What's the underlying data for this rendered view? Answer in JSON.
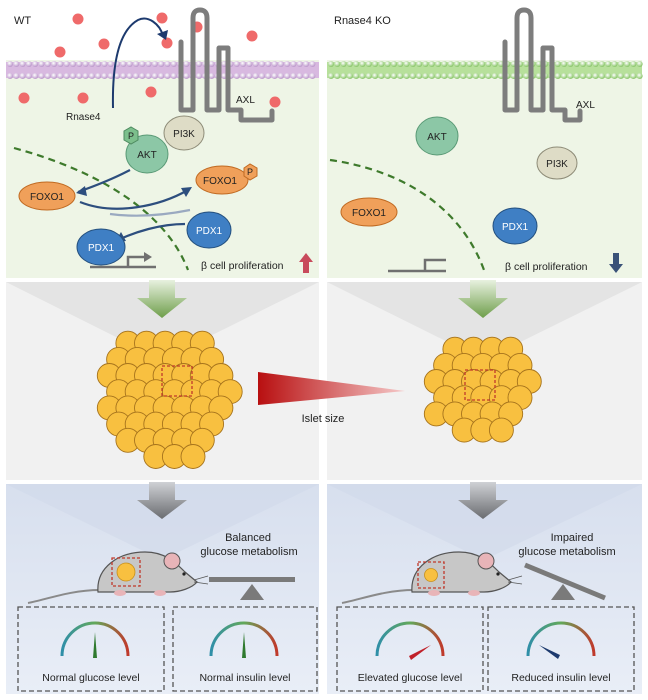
{
  "wt": {
    "title": "WT",
    "ligand": "Rnase4",
    "receptor": "AXL",
    "akt": "AKT",
    "p": "P",
    "pi3k": "PI3K",
    "foxo1": "FOXO1",
    "foxo1_p": "FOXO1",
    "pdx1": "PDX1",
    "pdx1_bound": "PDX1",
    "proliferation": "β cell proliferation",
    "metabolism_line1": "Balanced",
    "metabolism_line2": "glucose metabolism",
    "glucose_gauge": "Normal glucose level",
    "insulin_gauge": "Normal insulin level"
  },
  "ko": {
    "title": "Rnase4 KO",
    "receptor": "AXL",
    "akt": "AKT",
    "pi3k": "PI3K",
    "foxo1": "FOXO1",
    "pdx1": "PDX1",
    "proliferation": "β cell proliferation",
    "metabolism_line1": "Impaired",
    "metabolism_line2": "glucose metabolism",
    "glucose_gauge": "Elevated glucose level",
    "insulin_gauge": "Reduced insulin level"
  },
  "islet_size_label": "Islet size",
  "colors": {
    "membrane_wt": "#d7b2df",
    "membrane_ko": "#a8d98a",
    "cytoplasm": "#eef5e6",
    "akt": "#8cc7a6",
    "pi3k": "#dedcc6",
    "foxo1": "#f0a05a",
    "pdx1": "#3f7fc4",
    "beta_cell": "#f8c040",
    "rnase4": "#ef6a6a",
    "arrow_up": "#c84a5c",
    "arrow_down": "#3a5278"
  }
}
